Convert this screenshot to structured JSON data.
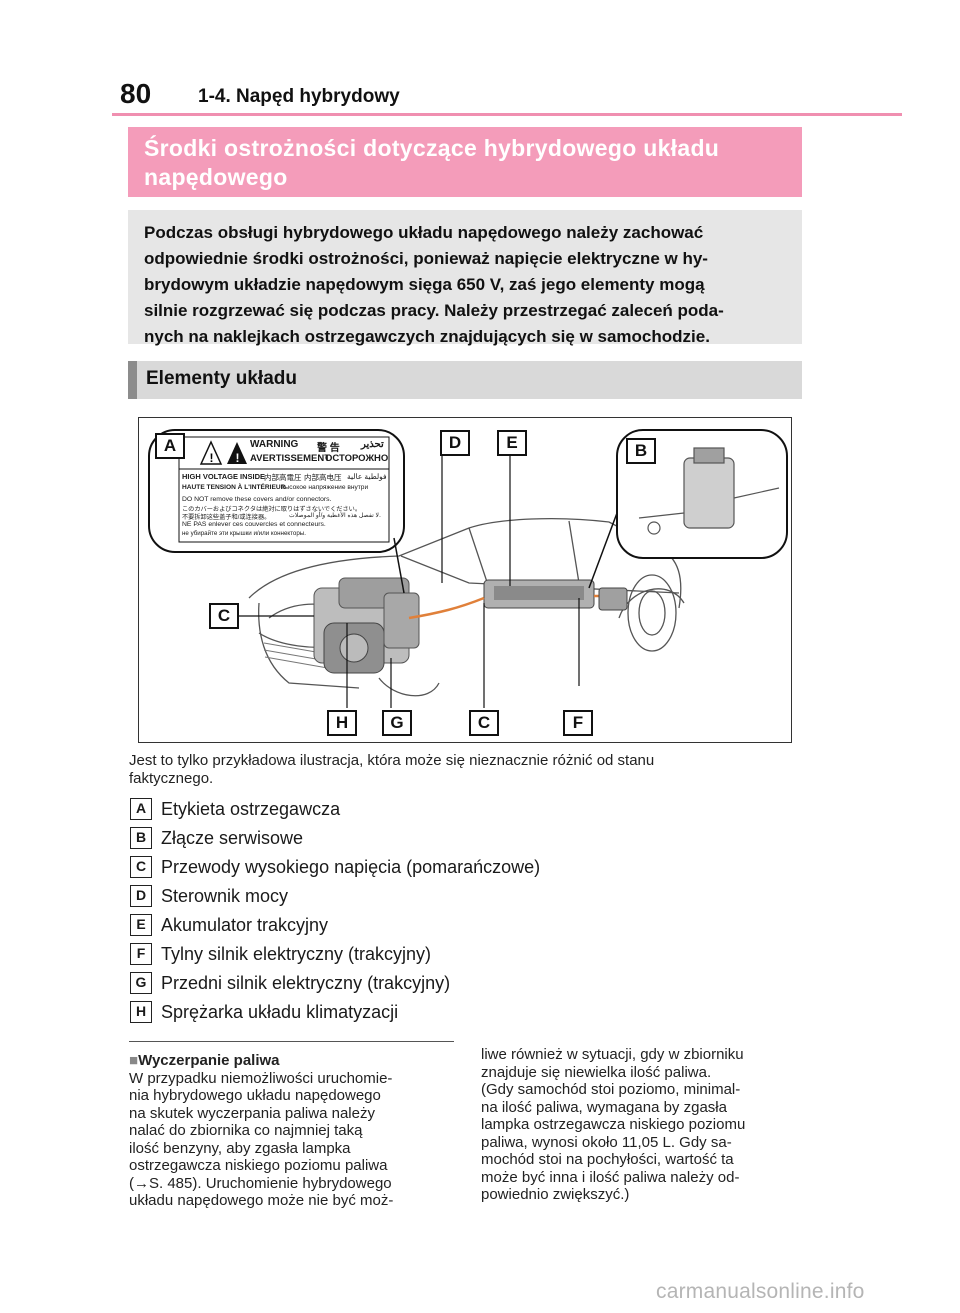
{
  "header": {
    "page_number": "80",
    "section": "1-4. Napęd hybrydowy"
  },
  "banner": {
    "line1": "Środki ostrożności dotyczące hybrydowego układu",
    "line2": "napędowego"
  },
  "intro": {
    "lines": [
      "Podczas obsługi hybrydowego układu napędowego należy zachować",
      "odpowiednie środki ostrożności, ponieważ napięcie elektryczne w hy-",
      "brydowym układzie napędowym sięga 650 V, zaś jego elementy mogą",
      "silnie rozgrzewać się podczas pracy. Należy przestrzegać zaleceń poda-",
      "nych na naklejkach ostrzegawczych znajdujących się w samochodzie."
    ]
  },
  "components_heading": "Elementy układu",
  "illustration": {
    "callouts": {
      "A": "A",
      "B": "B",
      "C1": "C",
      "C2": "C",
      "D": "D",
      "E": "E",
      "F": "F",
      "G": "G",
      "H": "H"
    },
    "warning_label": {
      "warning": "WARNING",
      "jp_warning": "警 告",
      "ar_warning": "تحذير",
      "avertissement": "AVERTISSEMENT",
      "ru_warning": "ОСТОРОЖНО",
      "high_voltage": "HIGH VOLTAGE INSIDE",
      "jp_hv1": "内部高電圧",
      "jp_hv2": "内部高电压",
      "ar_hv": "فولطية عالية",
      "haute_tension": "HAUTE TENSION À L'INTÉRIEUR",
      "ru_hv": "высокое напряжение внутри",
      "line_en": "DO NOT remove these covers and/or connectors.",
      "line_jp": "このカバーおよびコネクタは絶対に取りはずさないでください。",
      "line_cn": "不要拆卸这些盖子和/或连接器。",
      "line_ar": "لا تفصل هذه الأغطية و/أو الموصلات.",
      "line_fr": "NE PAS enlever ces couvercles et connecteurs.",
      "line_ru": "не убирайте эти крышки и/или коннекторы."
    }
  },
  "caption": {
    "line1": "Jest to tylko przykładowa ilustracja, która może się nieznacznie różnić od stanu",
    "line2": "faktycznego."
  },
  "legend": [
    {
      "key": "A",
      "label": "Etykieta ostrzegawcza"
    },
    {
      "key": "B",
      "label": "Złącze serwisowe"
    },
    {
      "key": "C",
      "label": "Przewody wysokiego napięcia (pomarańczowe)"
    },
    {
      "key": "D",
      "label": "Sterownik mocy"
    },
    {
      "key": "E",
      "label": "Akumulator trakcyjny"
    },
    {
      "key": "F",
      "label": "Tylny silnik elektryczny (trakcyjny)"
    },
    {
      "key": "G",
      "label": "Przedni silnik elektryczny (trakcyjny)"
    },
    {
      "key": "H",
      "label": "Sprężarka układu klimatyzacji"
    }
  ],
  "fuel": {
    "square": "■",
    "subheading": "Wyczerpanie paliwa",
    "left_lines": [
      "W przypadku niemożliwości uruchomie-",
      "nia hybrydowego układu napędowego",
      "na skutek wyczerpania paliwa należy",
      "nalać do zbiornika co najmniej taką",
      "ilość benzyny, aby zgasła lampka",
      "ostrzegawcza niskiego poziomu paliwa",
      "(→S. 485). Uruchomienie hybrydowego",
      "układu napędowego może nie być moż-"
    ],
    "right_lines": [
      "liwe również w sytuacji, gdy w zbiorniku",
      "znajduje się niewielka ilość paliwa.",
      "(Gdy samochód stoi poziomo, minimal-",
      "na ilość paliwa, wymagana by zgasła",
      "lampka ostrzegawcza niskiego poziomu",
      "paliwa, wynosi około 11,05 L. Gdy sa-",
      "mochód stoi na pochyłości, wartość ta",
      "może być inna i ilość paliwa należy od-",
      "powiednio zwiększyć.)"
    ]
  },
  "watermark": "carmanualsonline.info"
}
